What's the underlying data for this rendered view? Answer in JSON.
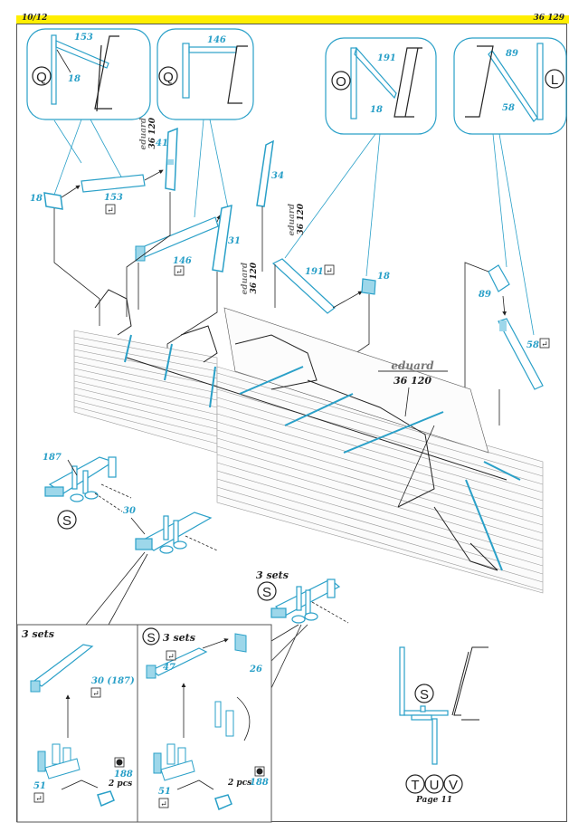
{
  "header": {
    "page_fraction": "10/12",
    "kit_number": "36 129",
    "bar_color": "#ffee00"
  },
  "colors": {
    "part_blue": "#2aa0c8",
    "line_dark": "#222222",
    "frame": "#555555"
  },
  "callouts": [
    {
      "id": "Q1",
      "marker": "Q",
      "parts": [
        "153",
        "18"
      ]
    },
    {
      "id": "Q2",
      "marker": "Q",
      "parts": [
        "146"
      ]
    },
    {
      "id": "O",
      "marker": "O",
      "parts": [
        "191",
        "18"
      ]
    },
    {
      "id": "L",
      "marker": "L",
      "parts": [
        "89",
        "58"
      ]
    }
  ],
  "part_labels": {
    "p18_left": "18",
    "p153": "153",
    "p41": "41",
    "p146": "146",
    "p31": "31",
    "p34": "34",
    "p191": "191",
    "p18_right": "18",
    "p89": "89",
    "p58": "58",
    "p187": "187",
    "p30": "30"
  },
  "reference_sheets": [
    {
      "brand": "eduard",
      "number": "36 120"
    },
    {
      "brand": "eduard",
      "number": "36 120"
    },
    {
      "brand": "eduard",
      "number": "36 120"
    },
    {
      "brand": "eduard",
      "number": "36 120"
    }
  ],
  "markers": {
    "s_left": "S",
    "s_middle": "S",
    "s_bottom_right": "S",
    "t": "T",
    "u": "U",
    "v": "V"
  },
  "sets_labels": {
    "middle": "3 sets",
    "inset_left": "3 sets",
    "inset_right": "3 sets"
  },
  "inset_left": {
    "part_main": "30 (187)",
    "part_bracket": "51",
    "part_clip": "188",
    "clip_qty": "2 pcs"
  },
  "inset_right": {
    "marker": "S",
    "part_beam": "47",
    "part_plate": "26",
    "part_bracket": "51",
    "part_clip": "188",
    "clip_qty": "2 pcs"
  },
  "page_reference": "Page 11"
}
